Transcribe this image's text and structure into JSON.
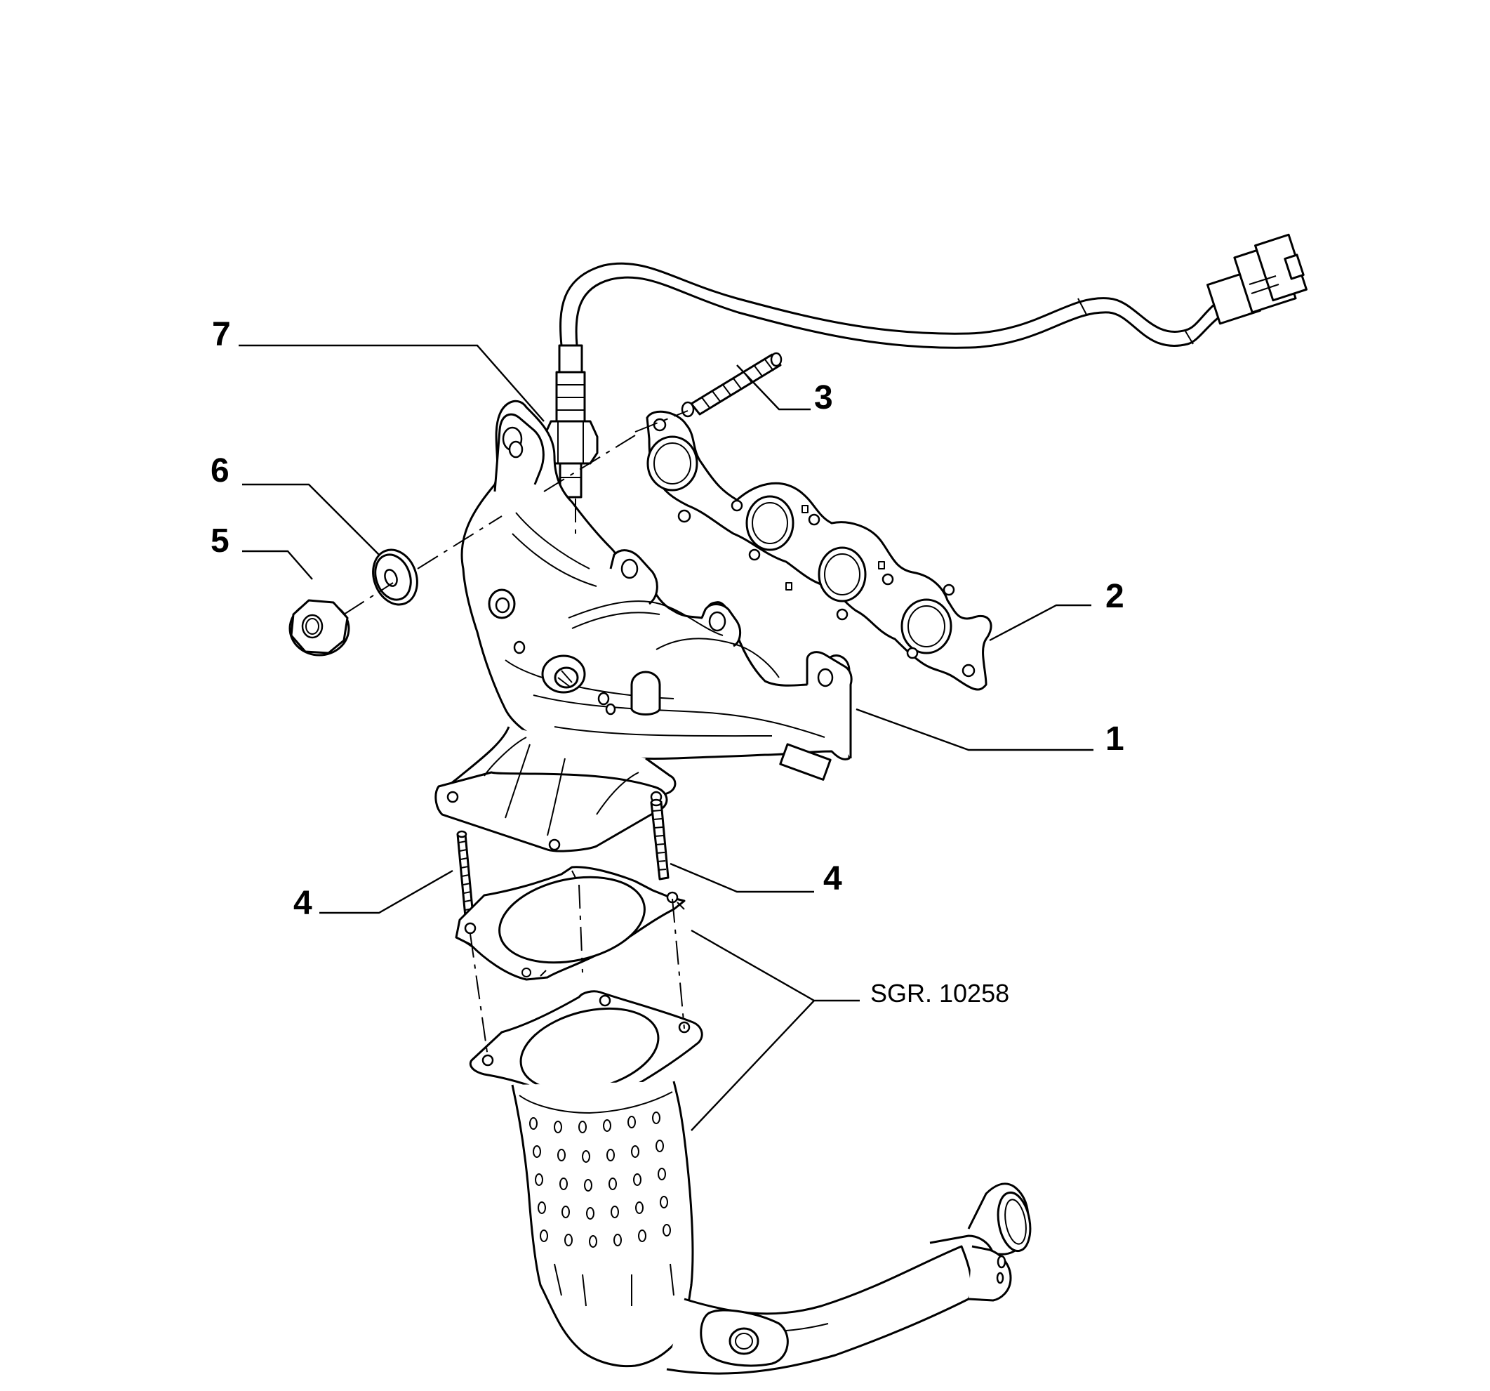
{
  "callouts": {
    "c1": "1",
    "c2": "2",
    "c3": "3",
    "c4a": "4",
    "c4b": "4",
    "c5": "5",
    "c6": "6",
    "c7": "7"
  },
  "reference": "SGR. 10258"
}
